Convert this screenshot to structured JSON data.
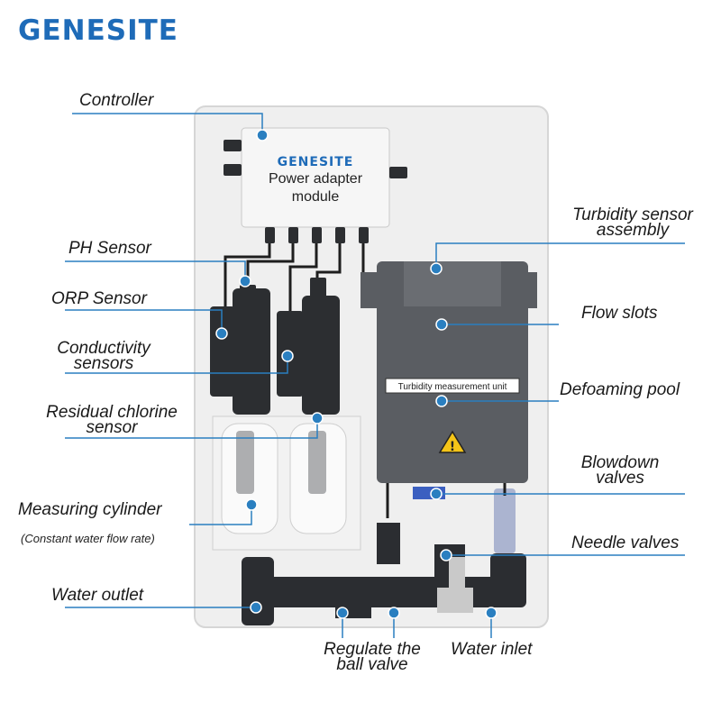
{
  "brand": "GENESITE",
  "module": {
    "brand": "GENESITE",
    "line1": "Power adapter",
    "line2": "module"
  },
  "unit_label": "Turbidity measurement unit",
  "labels": {
    "controller": "Controller",
    "ph_sensor": "PH Sensor",
    "orp_sensor": "ORP Sensor",
    "conductivity_1": "Conductivity",
    "conductivity_2": "sensors",
    "residual_chlorine_1": "Residual chlorine",
    "residual_chlorine_2": "sensor",
    "measuring_cylinder": "Measuring cylinder",
    "measuring_cylinder_note": "(Constant water flow rate)",
    "water_outlet": "Water outlet",
    "turbidity_assembly_1": "Turbidity sensor",
    "turbidity_assembly_2": "assembly",
    "flow_slots": "Flow slots",
    "defoaming_pool": "Defoaming pool",
    "blowdown_1": "Blowdown",
    "blowdown_2": "valves",
    "needle_valves": "Needle valves",
    "regulate_1": "Regulate the",
    "regulate_2": "ball valve",
    "water_inlet": "Water inlet"
  },
  "colors": {
    "brand_blue": "#1e6bb8",
    "callout_blue": "#2a7fc0",
    "panel": "#efefef",
    "housing": "#5a5d62",
    "sensor": "#2c2e31"
  }
}
